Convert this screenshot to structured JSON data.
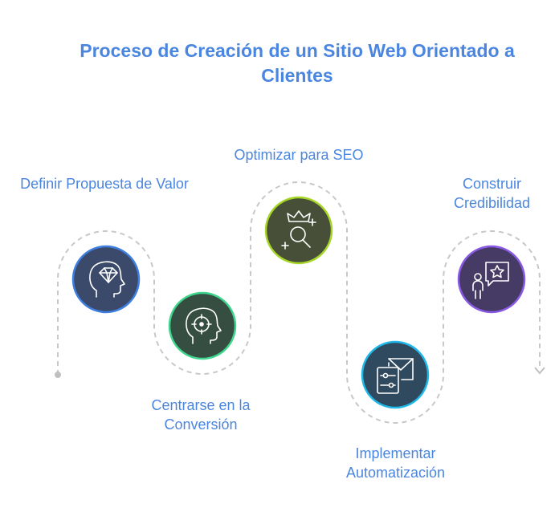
{
  "title": "Proceso de Creación de un Sitio Web Orientado a Clientes",
  "steps": [
    {
      "label": "Definir Propuesta de Valor",
      "icon": "diamond-head-icon",
      "color": "#3f7fe0"
    },
    {
      "label": "Centrarse en la Conversión",
      "icon": "target-head-icon",
      "color": "#3dd68c"
    },
    {
      "label": "Optimizar para SEO",
      "icon": "crown-search-icon",
      "color": "#a6d626"
    },
    {
      "label": "Implementar Automatización",
      "icon": "envelope-sliders-icon",
      "color": "#1fb8e8"
    },
    {
      "label": "Construir Credibilidad",
      "icon": "person-star-icon",
      "color": "#8a5ae6"
    }
  ]
}
